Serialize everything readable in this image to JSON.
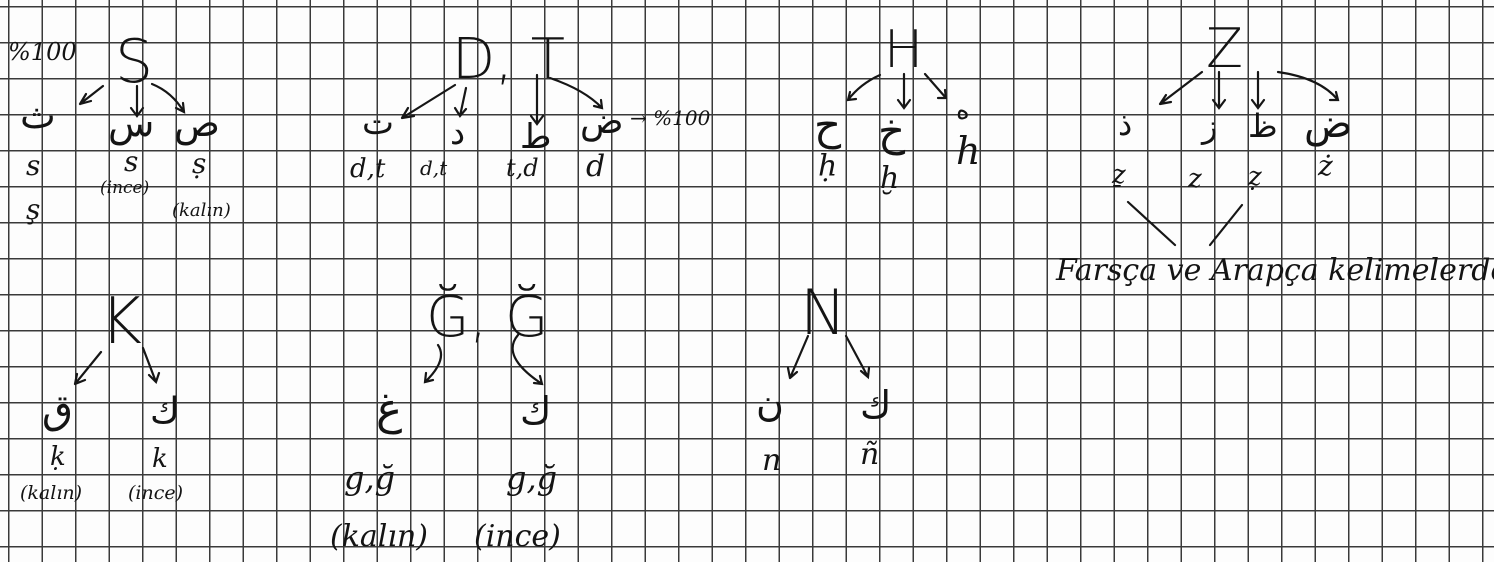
{
  "s_group": {
    "percent": "%100",
    "letter": "S",
    "branches": [
      {
        "arabic": "ث",
        "latin": "s",
        "extra": "ş"
      },
      {
        "arabic": "س",
        "latin": "s",
        "note": "(ince)"
      },
      {
        "arabic": "ص",
        "latin": "ṣ",
        "note": "(kalın)"
      }
    ]
  },
  "dt_group": {
    "letters": "D, T",
    "percent": "→ %100",
    "branches": [
      {
        "arabic": "ت",
        "latin": "d,t"
      },
      {
        "arabic": "د",
        "latin": "d,t"
      },
      {
        "arabic": "ط",
        "latin": "t,d"
      },
      {
        "arabic": "ض",
        "latin": "d"
      }
    ]
  },
  "h_group": {
    "letter": "H",
    "branches": [
      {
        "arabic": "ح",
        "latin": "ḥ"
      },
      {
        "arabic": "خ",
        "latin": "ḫ"
      },
      {
        "arabic": "ه",
        "latin": "h"
      }
    ]
  },
  "z_group": {
    "letter": "Z",
    "branches": [
      {
        "arabic": "ذ",
        "latin": "ẕ"
      },
      {
        "arabic": "ز",
        "latin": "z"
      },
      {
        "arabic": "ظ",
        "latin": "ẓ"
      },
      {
        "arabic": "ض",
        "latin": "ż"
      }
    ],
    "note": "Farsça ve Arapça kelimelerde"
  },
  "k_group": {
    "letter": "K",
    "branches": [
      {
        "arabic": "ق",
        "latin": "ḳ",
        "note": "(kalın)"
      },
      {
        "arabic": "ك",
        "latin": "k",
        "note": "(ince)"
      }
    ]
  },
  "g_group": {
    "letters": "Ğ, Ğ",
    "branches": [
      {
        "arabic": "غ",
        "latin": "g,ğ",
        "note": "(kalın)"
      },
      {
        "arabic": "ك",
        "latin": "g,ğ",
        "note": "(ince)"
      }
    ]
  },
  "n_group": {
    "letter": "N",
    "branches": [
      {
        "arabic": "ن",
        "latin": "n"
      },
      {
        "arabic": "ك",
        "latin": "ñ"
      }
    ]
  }
}
